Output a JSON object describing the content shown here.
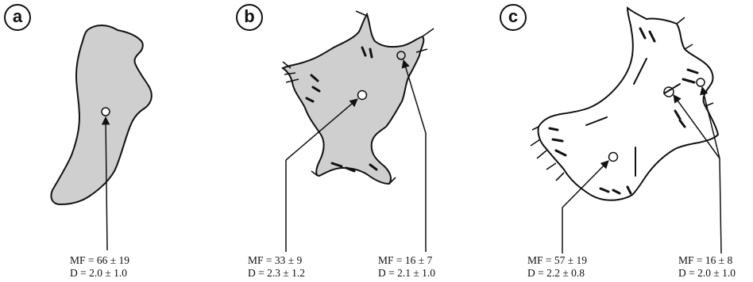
{
  "panels": [
    {
      "letter": "a",
      "annotations": [
        {
          "mf": "MF = 66 ± 19",
          "d": "D = 2.0 ± 1.0"
        }
      ]
    },
    {
      "letter": "b",
      "annotations": [
        {
          "mf": "MF = 33 ± 9",
          "d": "D = 2.3 ± 1.2"
        },
        {
          "mf": "MF = 16 ± 7",
          "d": "D = 2.1 ± 1.0"
        }
      ]
    },
    {
      "letter": "c",
      "annotations": [
        {
          "mf": "MF = 57 ± 19",
          "d": "D = 2.2 ± 0.8"
        },
        {
          "mf": "MF = 16 ± 8",
          "d": "D = 2.0 ± 1.0"
        }
      ]
    }
  ],
  "colors": {
    "cell_fill_ab": "#cfcfcf",
    "cell_fill_c": "#ffffff",
    "ink": "#111111"
  }
}
